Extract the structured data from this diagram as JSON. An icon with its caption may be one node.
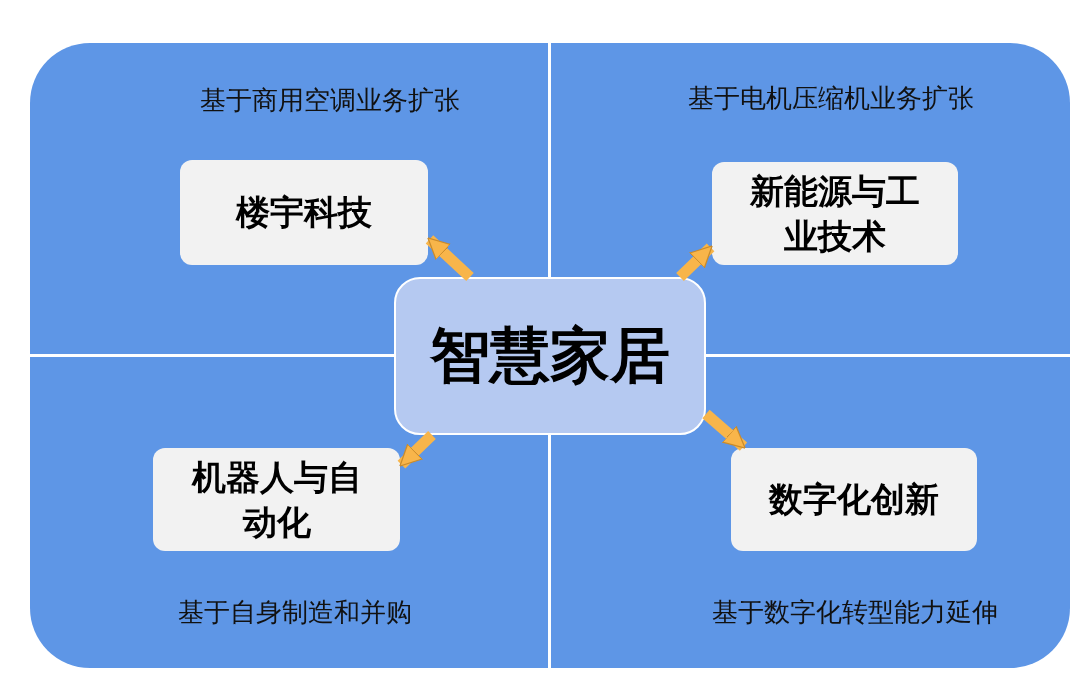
{
  "diagram": {
    "nodes": [
      {
        "text": [
          "基于商用空调业务扩张"
        ]
      },
      {
        "text": [
          "楼宇科技"
        ],
        "in": 0
      },
      {
        "text": [
          "基于电机压缩机业务扩张"
        ]
      },
      {
        "text": [
          "新能源与工业技术"
        ],
        "in": 2
      },
      {
        "text": [
          "智慧家居"
        ]
      },
      {
        "text": [
          "基于自身制造和并购"
        ]
      },
      {
        "text": [
          "机器人与自动化"
        ],
        "in": 5
      },
      {
        "text": [
          "基于数字化转型能力延伸"
        ]
      },
      {
        "text": [
          "数字化创新"
        ],
        "in": 7
      }
    ],
    "edges": [
      {
        "from": 4,
        "to": 1,
        "arrow": "to"
      },
      {
        "from": 4,
        "to": 3,
        "arrow": "to"
      },
      {
        "from": 4,
        "to": 6,
        "arrow": "to"
      },
      {
        "from": 4,
        "to": 8,
        "arrow": "to"
      }
    ]
  }
}
